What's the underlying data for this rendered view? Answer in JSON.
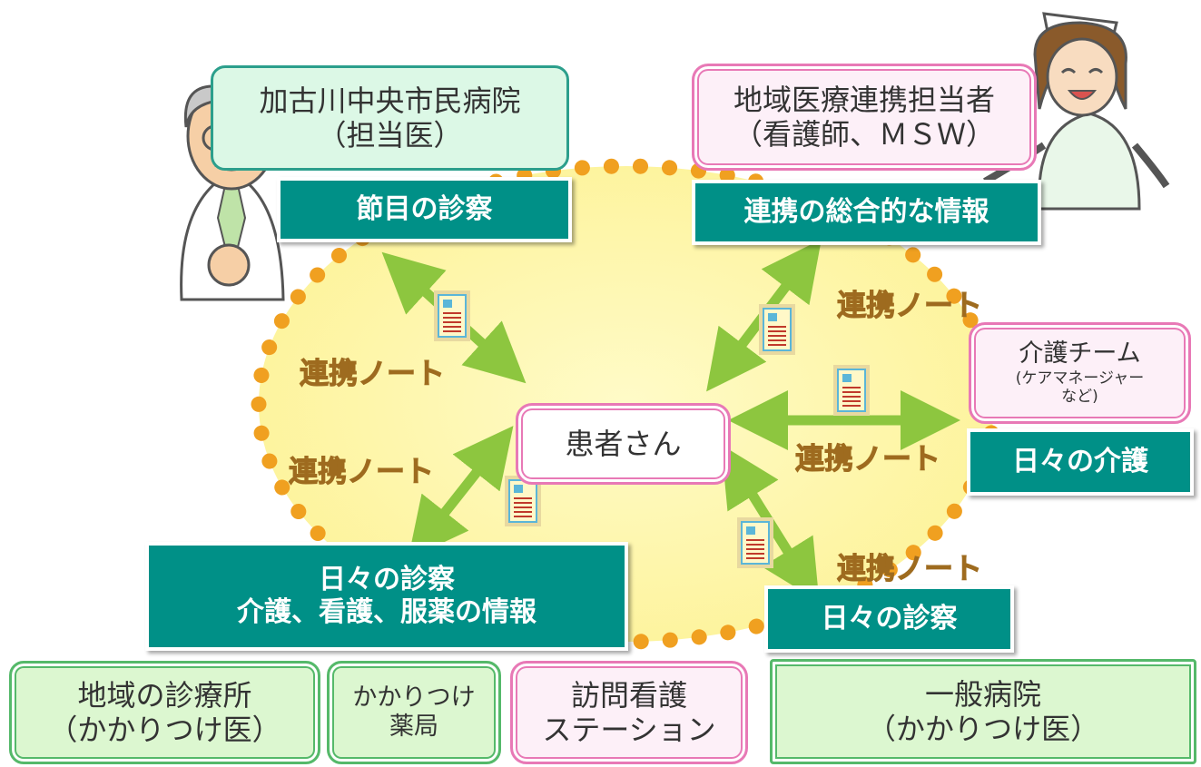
{
  "nodes": {
    "hospital": {
      "line1": "加古川中央市民病院",
      "line2": "（担当医）"
    },
    "coordinator": {
      "line1": "地域医療連携担当者",
      "line2": "（看護師、ＭＳＷ）"
    },
    "care_team": {
      "line1": "介護チーム",
      "line2": "(ケアマネージャー",
      "line3": "など)"
    },
    "patient": {
      "label": "患者さん"
    },
    "clinic": {
      "line1": "地域の診療所",
      "line2": "（かかりつけ医）"
    },
    "pharmacy": {
      "line1": "かかりつけ",
      "line2": "薬局"
    },
    "nursing_station": {
      "line1": "訪問看護",
      "line2": "ステーション"
    },
    "general_hospital": {
      "line1": "一般病院",
      "line2": "（かかりつけ医）"
    }
  },
  "banners": {
    "milestone_exam": "節目の診察",
    "coordination_info": "連携の総合的な情報",
    "daily_care": "日々の介護",
    "daily_exam_care_line1": "日々の診察",
    "daily_exam_care_line2": "介護、看護、服薬の情報",
    "daily_exam": "日々の診察"
  },
  "link_label": "連携ノート",
  "links": {
    "left_upper": "連携ノート",
    "left_lower": "連携ノート",
    "right_upper": "連携ノート",
    "right_middle": "連携ノート",
    "right_lower": "連携ノート"
  },
  "colors": {
    "oval_fill": "#fdf6a3",
    "dots": "#f0a020",
    "arrow": "#8dc63f",
    "banner": "#009087",
    "link_text": "#9e6b1f"
  }
}
